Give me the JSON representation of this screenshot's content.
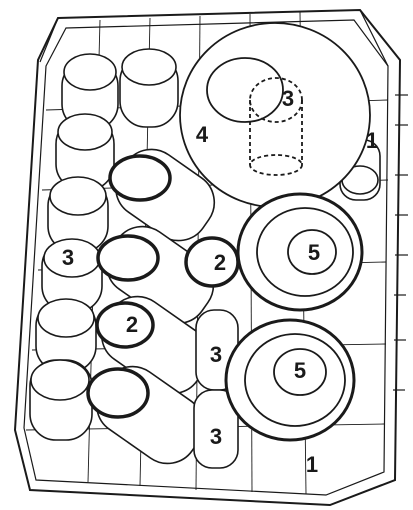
{
  "labels": {
    "top_center": "3",
    "large_plate": "4",
    "right_upper": "1",
    "left_middle": "3",
    "small_lid": "2",
    "bowl_upper": "5",
    "left_lower": "2",
    "center_middle": "3",
    "bowl_lower": "5",
    "center_lower": "3",
    "bottom_right": "1"
  },
  "colors": {
    "line": "#1a1a1a",
    "fill": "#ffffff",
    "rim": "#333333"
  }
}
